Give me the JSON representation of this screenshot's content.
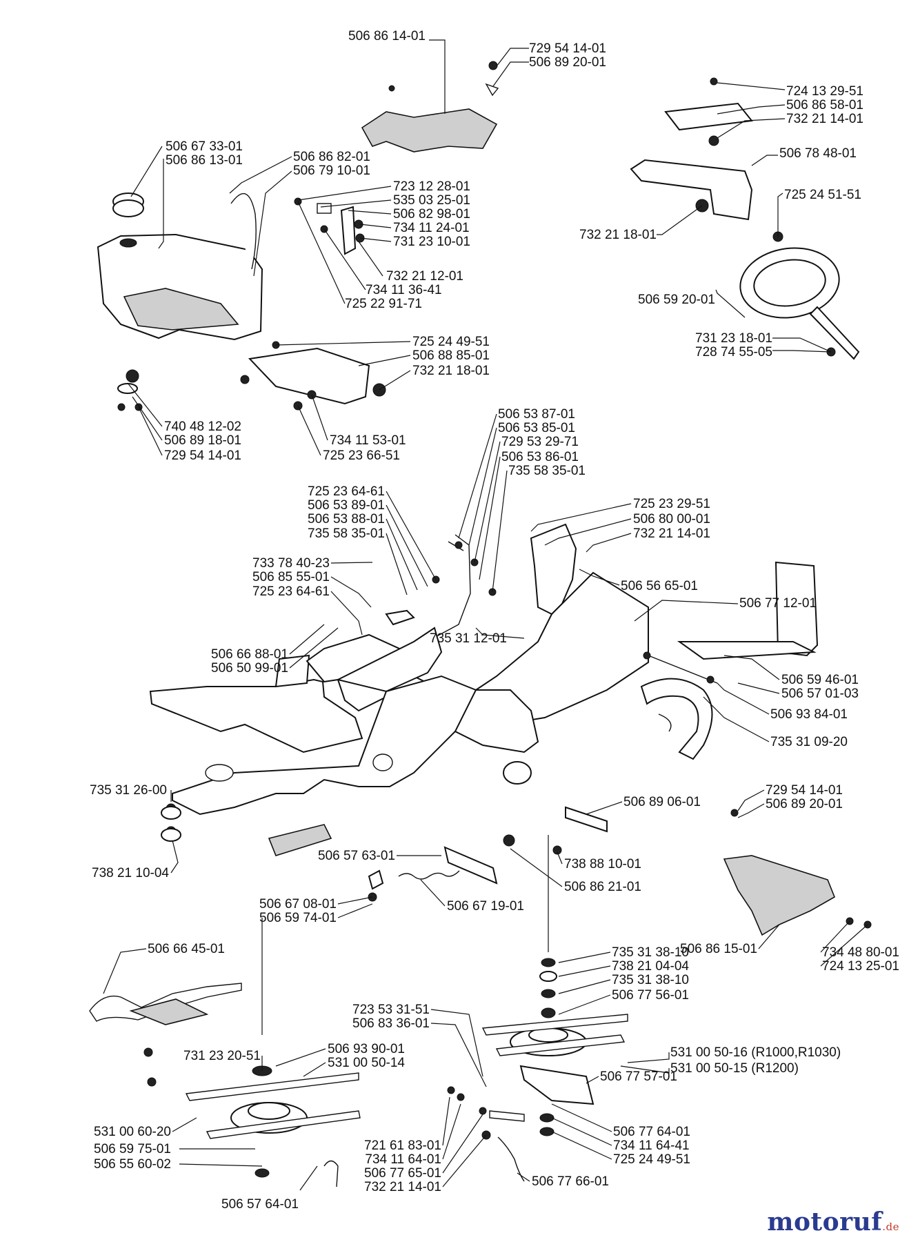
{
  "diagram": {
    "labels": [
      "506 86 14-01",
      "729 54 14-01",
      "506 89 20-01",
      "724 13 29-51",
      "506 86 58-01",
      "732 21 14-01",
      "506 78 48-01",
      "725 24 51-51",
      "732 21 18-01",
      "506 67 33-01",
      "506 86 13-01",
      "506 86 82-01",
      "506 79 10-01",
      "723 12 28-01",
      "535 03 25-01",
      "506 82 98-01",
      "734 11 24-01",
      "731 23 10-01",
      "732 21 12-01",
      "734 11 36-41",
      "725 22 91-71",
      "506 59 20-01",
      "731 23 18-01",
      "728 74 55-05",
      "725 24 49-51",
      "506 88 85-01",
      "732 21 18-01",
      "740 48 12-02",
      "506 89 18-01",
      "729 54 14-01",
      "734 11 53-01",
      "725 23 66-51",
      "506 53 87-01",
      "506 53 85-01",
      "729 53 29-71",
      "506 53 86-01",
      "735 58 35-01",
      "725 23 64-61",
      "506 53 89-01",
      "506 53 88-01",
      "735 58 35-01",
      "725 23 29-51",
      "506 80 00-01",
      "732 21 14-01",
      "733 78 40-23",
      "506 85 55-01",
      "725 23 64-61",
      "506 56 65-01",
      "506 77 12-01",
      "506 66 88-01",
      "506 50 99-01",
      "735 31 12-01",
      "506 59 46-01",
      "506 57 01-03",
      "506 93 84-01",
      "735 31 09-20",
      "735 31 26-00",
      "729 54 14-01",
      "506 89 20-01",
      "506 89 06-01",
      "738 21 10-04",
      "506 57 63-01",
      "738 88 10-01",
      "506 86 21-01",
      "506 67 08-01",
      "506 59 74-01",
      "506 67 19-01",
      "506 86 15-01",
      "735 31 38-10",
      "734 48 80-01",
      "738 21 04-04",
      "724 13 25-01",
      "735 31 38-10",
      "506 77 56-01",
      "506 66 45-01",
      "723 53 31-51",
      "506 83 36-01",
      "531 00 50-16 (R1000,R1030)",
      "531 00 50-15 (R1200)",
      "506 93 90-01",
      "531 00 50-14",
      "731 23 20-51",
      "506 77 57-01",
      "531 00 60-20",
      "506 59 75-01",
      "506 55 60-02",
      "721 61 83-01",
      "734 11 64-01",
      "506 77 65-01",
      "732 21 14-01",
      "506 77 64-01",
      "734 11 64-41",
      "725 24 49-51",
      "506 77 66-01",
      "506 57 64-01"
    ]
  },
  "watermark": {
    "brand": "motoruf",
    "suffix": ".de"
  }
}
